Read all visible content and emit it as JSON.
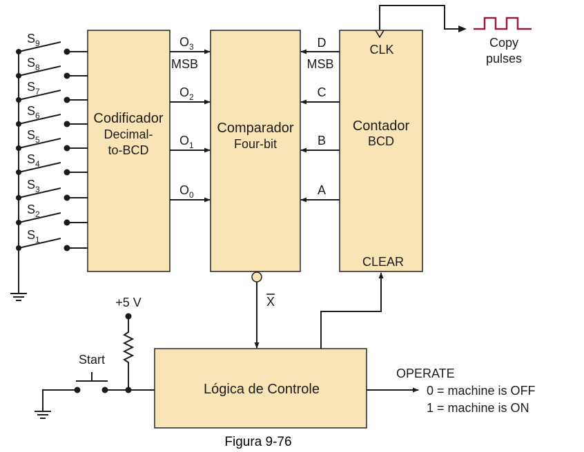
{
  "diagram": {
    "encoder": {
      "title": "Codificador",
      "line1": "Decimal-",
      "line2": "to-BCD"
    },
    "comparator": {
      "title": "Comparador",
      "subtitle": "Four-bit"
    },
    "counter": {
      "title": "Contador",
      "subtitle": "BCD",
      "clk": "CLK",
      "clear": "CLEAR"
    },
    "control": {
      "title": "Lógica de Controle"
    },
    "switches": [
      {
        "letter": "S",
        "index": "9"
      },
      {
        "letter": "S",
        "index": "8"
      },
      {
        "letter": "S",
        "index": "7"
      },
      {
        "letter": "S",
        "index": "6"
      },
      {
        "letter": "S",
        "index": "5"
      },
      {
        "letter": "S",
        "index": "4"
      },
      {
        "letter": "S",
        "index": "3"
      },
      {
        "letter": "S",
        "index": "2"
      },
      {
        "letter": "S",
        "index": "1"
      }
    ],
    "outputs": [
      {
        "letter": "O",
        "index": "3"
      },
      {
        "letter": "O",
        "index": "2"
      },
      {
        "letter": "O",
        "index": "1"
      },
      {
        "letter": "O",
        "index": "0"
      }
    ],
    "msb_left": "MSB",
    "msb_right": "MSB",
    "counter_outputs": [
      "D",
      "C",
      "B",
      "A"
    ],
    "x_bar": "X",
    "supply": "+5 V",
    "start": "Start",
    "copy_line1": "Copy",
    "copy_line2": "pulses",
    "operate": {
      "title": "OPERATE",
      "line0": "0 = machine is OFF",
      "line1": "1 = machine is ON"
    },
    "caption": "Figura 9-76",
    "colors": {
      "block_fill": "#f8e4b6",
      "pulse": "#9b1b3c"
    }
  }
}
